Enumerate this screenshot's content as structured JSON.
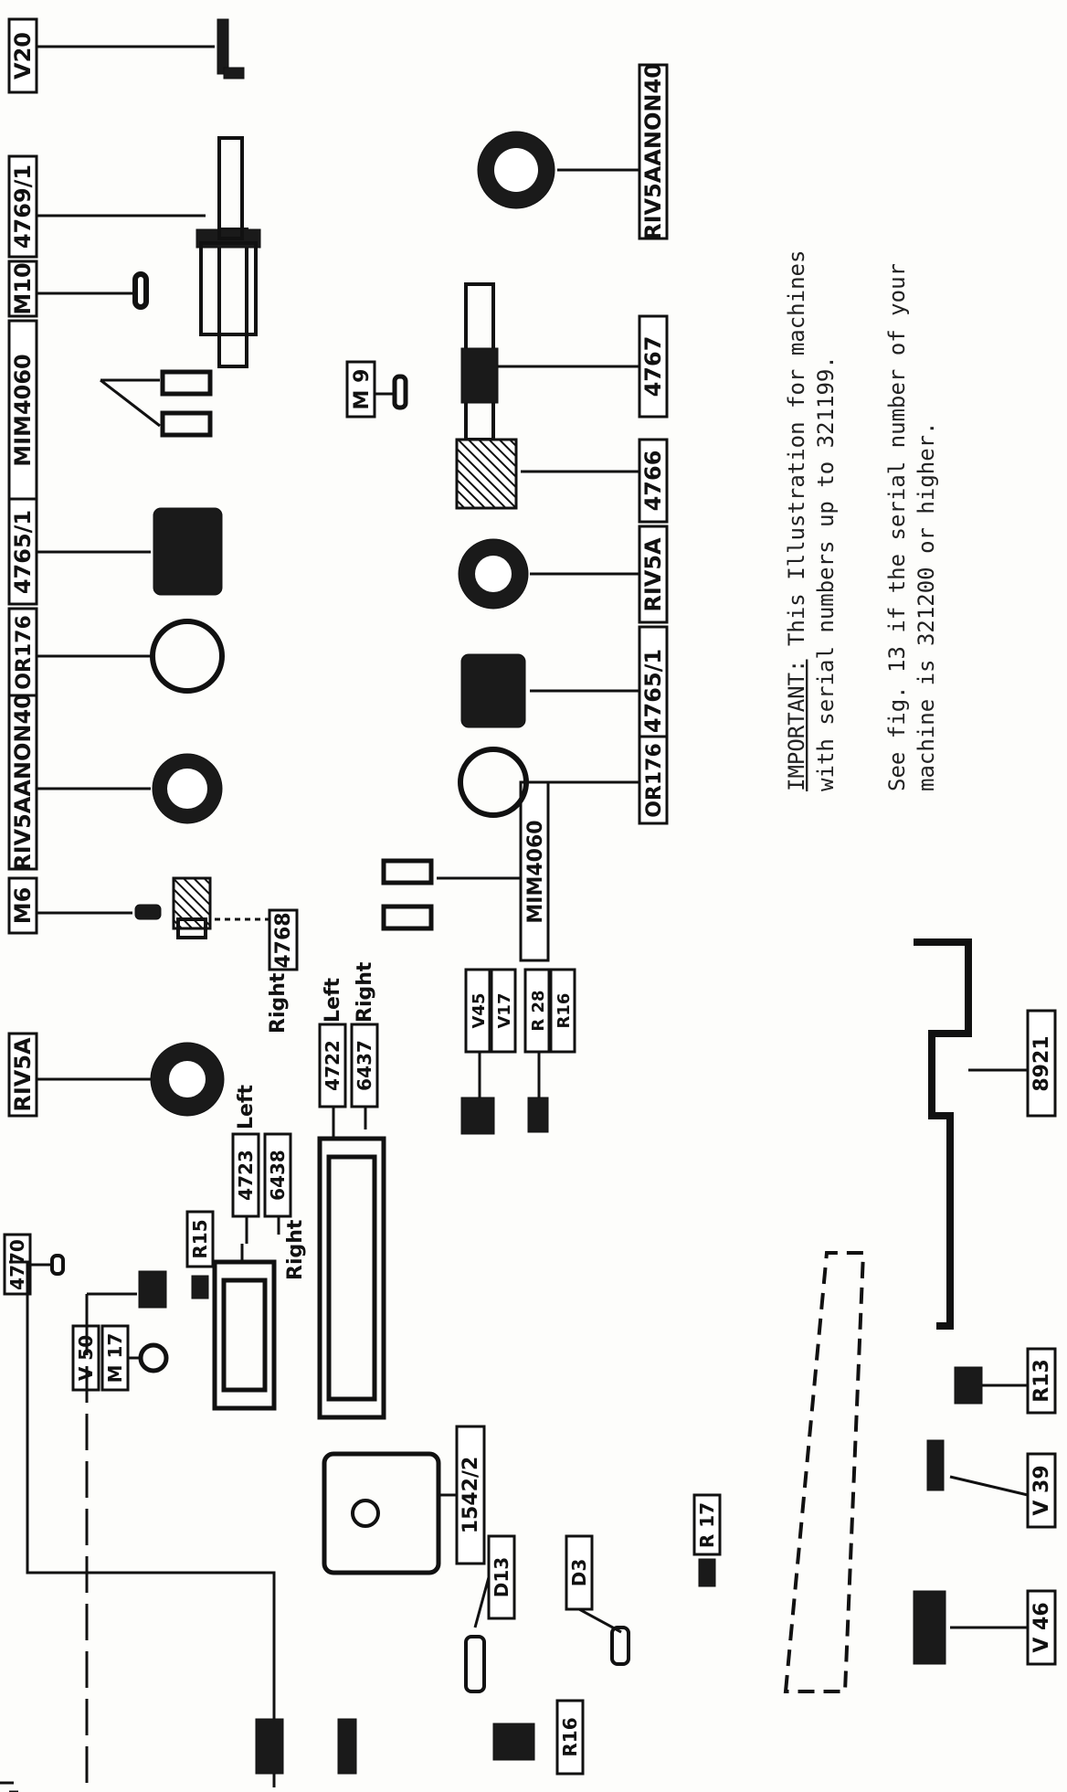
{
  "labels": {
    "v20": "V20",
    "l4769_1": "4769/1",
    "m10": "M10",
    "mim4060_top": "MIM4060",
    "l4765_1_top": "4765/1",
    "or176_top": "OR176",
    "rivsaanon40_top": "RIV5AANON40",
    "m6": "M6",
    "rivsa_top": "RIV5A",
    "l4770": "4770",
    "v50": "V 50",
    "m17": "M 17",
    "r15": "R15",
    "l4723": "4723",
    "left1": "Left",
    "l6438": "6438",
    "right1": "Right",
    "l4768": "4768",
    "l4722": "4722",
    "left2": "Left",
    "l6437": "6437",
    "right2": "Right",
    "rivsaanon40_right": "RIV5AANON40",
    "m9": "M 9",
    "l4767": "4767",
    "l4766": "4766",
    "rivsa_right": "RIV5A",
    "l4765_1_right": "4765/1",
    "or176_right": "OR176",
    "mim4060_mid": "MIM4060",
    "v45": "V45",
    "v17": "V17",
    "r28": "R 28",
    "r16_mid": "R16",
    "l1542_2": "1542/2",
    "d13": "D13",
    "d3": "D3",
    "r17": "R 17",
    "r16_bot": "R16",
    "l8921": "8921",
    "r13": "R13",
    "v39": "V 39",
    "v46": "V 46"
  },
  "note": {
    "important_label": "IMPORTANT:",
    "line1": " This Illustration for machines",
    "line2": "with serial numbers up to 321199.",
    "line3": "See fig. 13 if the serial number of your",
    "line4": "machine is 321200 or higher."
  }
}
